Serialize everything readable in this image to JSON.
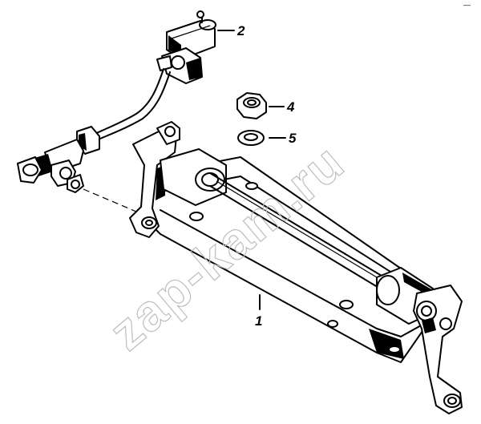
{
  "watermark": "zap-kam.ru",
  "callouts": {
    "c1": "1",
    "c2": "2",
    "c4": "4",
    "c5": "5"
  },
  "corner_mark": "—"
}
